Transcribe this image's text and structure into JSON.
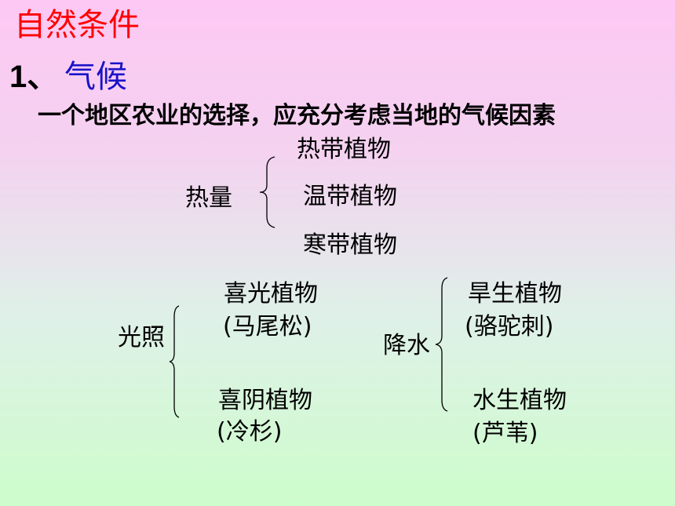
{
  "title": "自然条件",
  "section": {
    "number": "1、",
    "name": "气候"
  },
  "intro": "一个地区农业的选择，应充分考虑当地的气候因素",
  "heat": {
    "label": "热量",
    "items": [
      "热带植物",
      "温带植物",
      "寒带植物"
    ]
  },
  "light": {
    "label": "光照",
    "items": [
      {
        "name": "喜光植物",
        "example": "(马尾松)"
      },
      {
        "name": "喜阴植物",
        "example": "(冷杉)"
      }
    ]
  },
  "rain": {
    "label": "降水",
    "items": [
      {
        "name": "旱生植物",
        "example": "(骆驼刺)"
      },
      {
        "name": "水生植物",
        "example": "(芦苇)"
      }
    ]
  }
}
